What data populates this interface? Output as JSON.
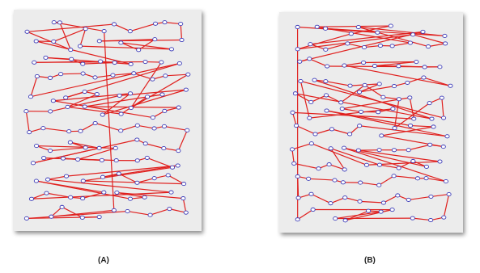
{
  "figure": {
    "panels": [
      {
        "id": "A",
        "caption": "(A)",
        "layout": "irregular"
      },
      {
        "id": "B",
        "caption": "(B)",
        "layout": "clustered"
      }
    ],
    "colors": {
      "background": "#ececec",
      "route_line": "#e0201e",
      "node_outline": "#3a3ab8",
      "node_fill": "#ffffff"
    },
    "icons": [
      "node-circle-icon",
      "route-segment"
    ]
  }
}
